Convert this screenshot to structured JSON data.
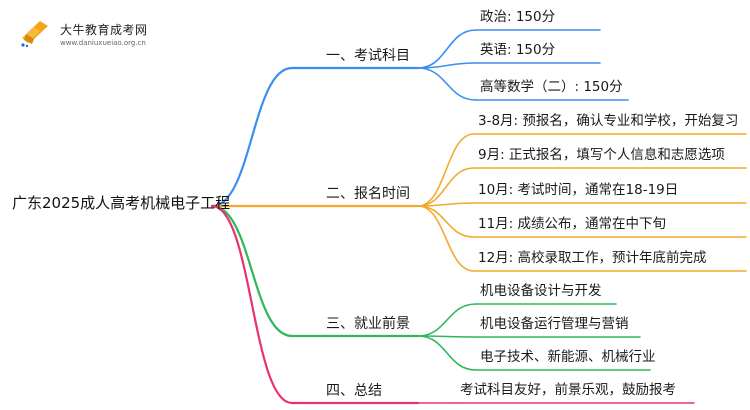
{
  "logo": {
    "brand": "大牛教育成考网",
    "domain": "www.daniuxueiao.org.cn"
  },
  "root": "广东2025成人高考机械电子工程",
  "branches": [
    {
      "label": "一、考试科目",
      "color": "#3b8ff0",
      "leaves": [
        "政治: 150分",
        "英语: 150分",
        "高等数学（二）: 150分"
      ]
    },
    {
      "label": "二、报名时间",
      "color": "#f3a92a",
      "leaves": [
        "3-8月: 预报名，确认专业和学校，开始复习",
        "9月: 正式报名，填写个人信息和志愿选项",
        "10月: 考试时间，通常在18-19日",
        "11月: 成绩公布，通常在中下旬",
        "12月: 高校录取工作，预计年底前完成"
      ]
    },
    {
      "label": "三、就业前景",
      "color": "#2fb85a",
      "leaves": [
        "机电设备设计与开发",
        "机电设备运行管理与营销",
        "电子技术、新能源、机械行业"
      ]
    },
    {
      "label": "四、总结",
      "color": "#e8336f",
      "leaves": [
        "考试科目友好，前景乐观，鼓励报考"
      ]
    }
  ]
}
